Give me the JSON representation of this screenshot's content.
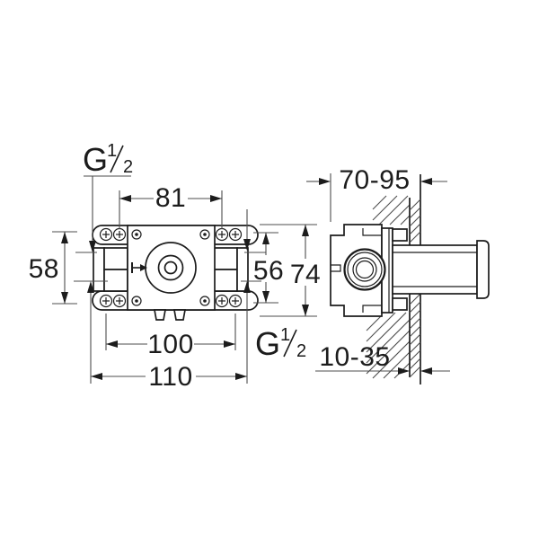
{
  "front_view": {
    "dim_top_screw_spacing": "81",
    "dim_left_height": "58",
    "dim_inner_height": "56",
    "dim_outer_height": "74",
    "dim_bottom_screw_spacing": "100",
    "dim_overall_width": "110",
    "thread_top_left": {
      "letter": "G",
      "numerator": "1",
      "denominator": "2"
    },
    "thread_bottom_right": {
      "letter": "G",
      "numerator": "1",
      "denominator": "2"
    }
  },
  "side_view": {
    "dim_installation_depth": "70-95",
    "dim_wall_finish_thickness": "10-35"
  },
  "colors": {
    "line": "#1c1c1c",
    "dimension_line": "#4d4d4d",
    "background": "#ffffff"
  }
}
